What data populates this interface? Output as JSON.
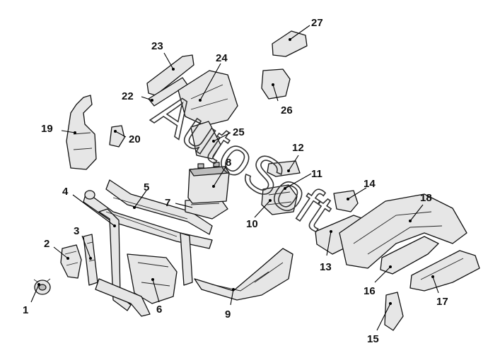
{
  "callouts": [
    "1",
    "2",
    "3",
    "4",
    "5",
    "6",
    "7",
    "8",
    "9",
    "10",
    "11",
    "12",
    "13",
    "14",
    "15",
    "16",
    "17",
    "18",
    "19",
    "20",
    "22",
    "23",
    "24",
    "25",
    "26",
    "27"
  ],
  "watermark": "AutoSoft"
}
